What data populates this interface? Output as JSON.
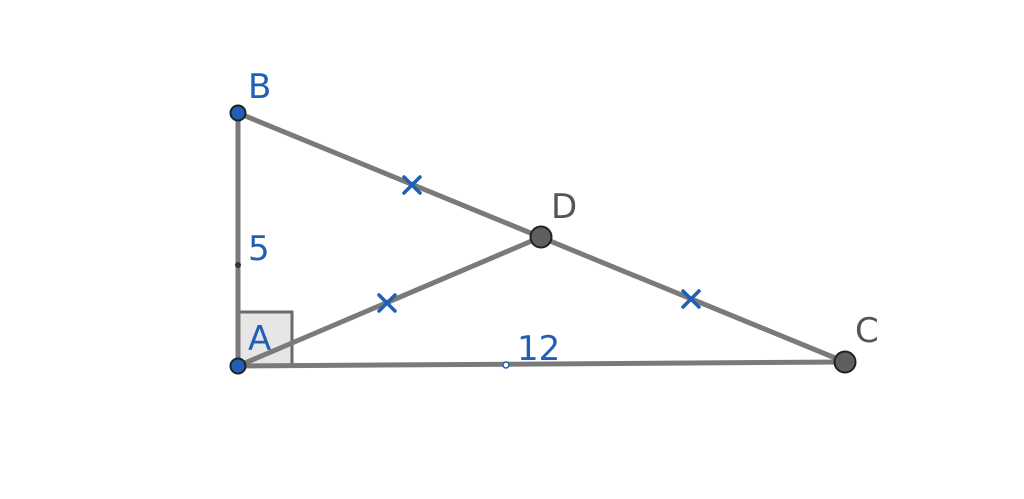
{
  "points": {
    "A": {
      "label": "A"
    },
    "B": {
      "label": "B"
    },
    "C": {
      "label": "C"
    },
    "D": {
      "label": "D"
    }
  },
  "lengths": {
    "AB": "5",
    "AC": "12"
  },
  "colors": {
    "segment": "#7a7a7a",
    "blue_point": "#1f5fb5",
    "gray_point": "#555555",
    "right_angle_fill": "#e6e6e6"
  }
}
